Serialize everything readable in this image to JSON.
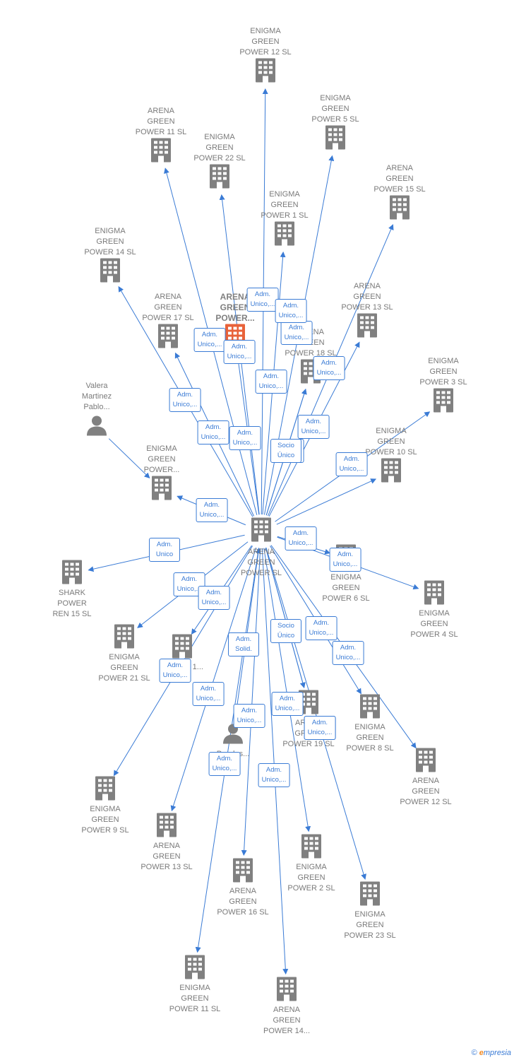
{
  "colors": {
    "edge": "#3a7bd5",
    "building": "#808080",
    "highlight": "#e8623a",
    "label": "#7a7a7a"
  },
  "center": {
    "id": "c",
    "label": "ARENA\nGREEN\nPOWER  SL",
    "icon": "building-icon"
  },
  "nodes": [
    {
      "id": "n1",
      "label": "ENIGMA\nGREEN\nPOWER 12  SL",
      "icon": "building-icon"
    },
    {
      "id": "n2",
      "label": "ARENA\nGREEN\nPOWER 11  SL",
      "icon": "building-icon"
    },
    {
      "id": "n3",
      "label": "ENIGMA\nGREEN\nPOWER 5  SL",
      "icon": "building-icon"
    },
    {
      "id": "n4",
      "label": "ENIGMA\nGREEN\nPOWER 22  SL",
      "icon": "building-icon"
    },
    {
      "id": "n5",
      "label": "ARENA\nGREEN\nPOWER 15  SL",
      "icon": "building-icon"
    },
    {
      "id": "n6",
      "label": "ENIGMA\nGREEN\nPOWER 1  SL",
      "icon": "building-icon"
    },
    {
      "id": "n7",
      "label": "ENIGMA\nGREEN\nPOWER 14  SL",
      "icon": "building-icon"
    },
    {
      "id": "n8",
      "label": "ARENA\nGREEN\nPOWER 13  SL",
      "icon": "building-icon"
    },
    {
      "id": "n9",
      "label": "ARENA\nGREEN\nPOWER 17  SL",
      "icon": "building-icon"
    },
    {
      "id": "n10",
      "label": "ARENA\nGREEN\nPOWER...",
      "icon": "building-icon",
      "highlight": true
    },
    {
      "id": "n11",
      "label": "ARENA\nGREEN\nPOWER 18  SL",
      "icon": "building-icon"
    },
    {
      "id": "n12",
      "label": "ENIGMA\nGREEN\nPOWER 3  SL",
      "icon": "building-icon"
    },
    {
      "id": "n13",
      "label": "Valera\nMartinez\nPablo...",
      "icon": "person-icon"
    },
    {
      "id": "n14",
      "label": "ENIGMA\nGREEN\nPOWER 10  SL",
      "icon": "building-icon"
    },
    {
      "id": "n15",
      "label": "ENIGMA\nGREEN\nPOWER...",
      "icon": "building-icon"
    },
    {
      "id": "n16",
      "label": "SHARK\nPOWER\nREN 15  SL",
      "icon": "building-icon"
    },
    {
      "id": "n17",
      "label": "ENIGMA\nGREEN\nPOWER 6  SL",
      "icon": "building-icon"
    },
    {
      "id": "n18",
      "label": "ENIGMA\nGREEN\nPOWER 4  SL",
      "icon": "building-icon"
    },
    {
      "id": "n19",
      "label": "ENIGMA\nGREEN\nPOWER 21  SL",
      "icon": "building-icon"
    },
    {
      "id": "n20",
      "label": "POWER 1...",
      "icon": "building-icon"
    },
    {
      "id": "n21",
      "label": "Perales...",
      "icon": "person-icon"
    },
    {
      "id": "n22",
      "label": "ARENA\nGREEN\nPOWER 19  SL",
      "icon": "building-icon"
    },
    {
      "id": "n23",
      "label": "ENIGMA\nGREEN\nPOWER 8  SL",
      "icon": "building-icon"
    },
    {
      "id": "n24",
      "label": "ARENA\nGREEN\nPOWER 12  SL",
      "icon": "building-icon"
    },
    {
      "id": "n25",
      "label": "ENIGMA\nGREEN\nPOWER 9  SL",
      "icon": "building-icon"
    },
    {
      "id": "n26",
      "label": "ARENA\nGREEN\nPOWER 13  SL",
      "icon": "building-icon"
    },
    {
      "id": "n27",
      "label": "ENIGMA\nGREEN\nPOWER 2  SL",
      "icon": "building-icon"
    },
    {
      "id": "n28",
      "label": "ARENA\nGREEN\nPOWER 16  SL",
      "icon": "building-icon"
    },
    {
      "id": "n29",
      "label": "ENIGMA\nGREEN\nPOWER 23  SL",
      "icon": "building-icon"
    },
    {
      "id": "n30",
      "label": "ENIGMA\nGREEN\nPOWER 11  SL",
      "icon": "building-icon"
    },
    {
      "id": "n31",
      "label": "ARENA\nGREEN\nPOWER 14...",
      "icon": "building-icon"
    }
  ],
  "edges": [
    {
      "from": "c",
      "to": "n1",
      "label": "Adm.\nUnico,..."
    },
    {
      "from": "c",
      "to": "n2",
      "label": "Adm.\nUnico,..."
    },
    {
      "from": "c",
      "to": "n3",
      "label": "Adm.\nUnico,..."
    },
    {
      "from": "c",
      "to": "n4",
      "label": "Adm.\nUnico,..."
    },
    {
      "from": "c",
      "to": "n5",
      "label": "Adm.\nUnico,..."
    },
    {
      "from": "c",
      "to": "n6",
      "label": "Adm.\nUnico,..."
    },
    {
      "from": "c",
      "to": "n7",
      "label": "Adm.\nUnico,..."
    },
    {
      "from": "c",
      "to": "n8",
      "label": "Adm.\nUnico,..."
    },
    {
      "from": "c",
      "to": "n9",
      "label": "Adm.\nUnico,..."
    },
    {
      "from": "c",
      "to": "n10",
      "label": "Adm.\nUnico,..."
    },
    {
      "from": "c",
      "to": "n11",
      "label": "Adm.\nUnico,..."
    },
    {
      "from": "c",
      "to": "n12",
      "label": "Adm.\nUnico,..."
    },
    {
      "from": "c",
      "to": "n11",
      "label": "Socio\nÚnico"
    },
    {
      "from": "n13",
      "to": "n15",
      "label": "Adm.\nSolid."
    },
    {
      "from": "c",
      "to": "n14",
      "label": "Adm.\nUnico,..."
    },
    {
      "from": "c",
      "to": "n15",
      "label": "Adm.\nUnico,..."
    },
    {
      "from": "c",
      "to": "n16",
      "label": "Adm.\nUnico"
    },
    {
      "from": "c",
      "to": "n17",
      "label": "Adm.\nUnico,..."
    },
    {
      "from": "c",
      "to": "n18",
      "label": "Adm.\nUnico,..."
    },
    {
      "from": "c",
      "to": "n19",
      "label": "Adm.\nUnico,..."
    },
    {
      "from": "c",
      "to": "n20",
      "label": "Adm.\nUnico,..."
    },
    {
      "from": "n21",
      "to": "c",
      "label": "Adm.\nSolid."
    },
    {
      "from": "c",
      "to": "n22",
      "label": "Socio\nÚnico"
    },
    {
      "from": "c",
      "to": "n23",
      "label": "Adm.\nUnico,..."
    },
    {
      "from": "c",
      "to": "n24",
      "label": "Adm.\nUnico,..."
    },
    {
      "from": "c",
      "to": "n25",
      "label": "Adm.\nUnico,..."
    },
    {
      "from": "c",
      "to": "n26",
      "label": "Adm.\nUnico,..."
    },
    {
      "from": "c",
      "to": "n27",
      "label": "Adm.\nUnico,..."
    },
    {
      "from": "c",
      "to": "n28",
      "label": "Adm.\nUnico,..."
    },
    {
      "from": "c",
      "to": "n29",
      "label": "Adm.\nUnico,..."
    },
    {
      "from": "c",
      "to": "n30",
      "label": "Adm.\nUnico,..."
    },
    {
      "from": "c",
      "to": "n31",
      "label": "Adm.\nUnico,..."
    },
    {
      "from": "c",
      "to": "n22",
      "label": "Adm.\nUnico,..."
    }
  ],
  "footer": {
    "copyright_symbol": "©",
    "brand_initial": "e",
    "brand_rest": "mpresia"
  }
}
